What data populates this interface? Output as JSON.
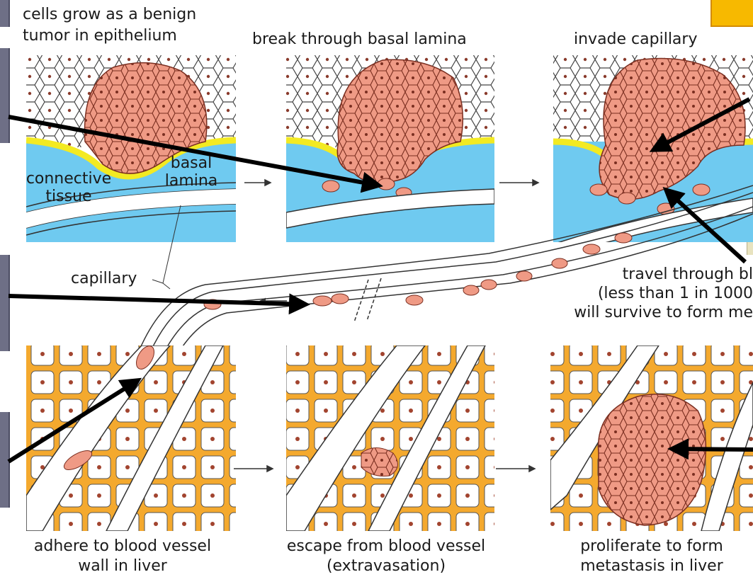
{
  "steps": [
    {
      "caption": "cells grow as a benign\ntumor in epithelium"
    },
    {
      "caption": "break through basal lamina"
    },
    {
      "caption": "invade capillary"
    },
    {
      "caption": "adhere to blood vessel\nwall in liver"
    },
    {
      "caption": "escape from blood vessel\n(extravasation)"
    },
    {
      "caption": "proliferate to form\nmetastasis in liver"
    }
  ],
  "labels": {
    "connective_tissue": "connective\ntissue",
    "basal_lamina": "basal\nlamina",
    "capillary": "capillary",
    "travel": "travel through bl\n(less than 1 in 1000\nwill survive to form me"
  },
  "colors": {
    "tumor": "#ef9a85",
    "tumor_edge": "#7a2e20",
    "connective": "#6fcaf0",
    "basal_lamina": "#f3ea22",
    "liver_matrix": "#f4a92e",
    "arrow": "#000000"
  }
}
